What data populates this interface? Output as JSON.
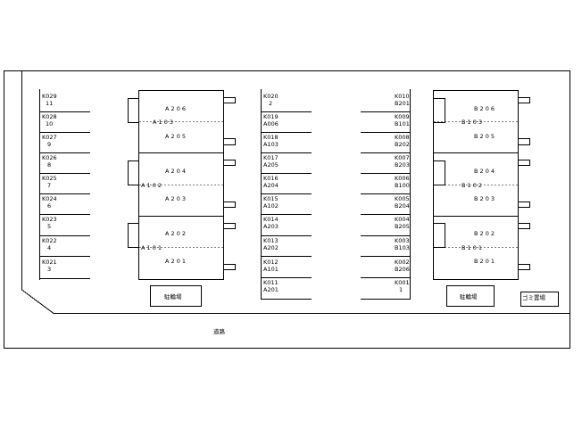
{
  "site_plan": {
    "road_label": "道路",
    "left_parking_label": "駐輪場",
    "right_parking_label": "駐輪場",
    "garbage_label": "ゴミ置場",
    "parking_col1": [
      {
        "code": "K029",
        "sub": "11"
      },
      {
        "code": "K028",
        "sub": "10"
      },
      {
        "code": "K027",
        "sub": "9"
      },
      {
        "code": "K026",
        "sub": "8"
      },
      {
        "code": "K025",
        "sub": "7"
      },
      {
        "code": "K024",
        "sub": "6"
      },
      {
        "code": "K023",
        "sub": "5"
      },
      {
        "code": "K022",
        "sub": "4"
      },
      {
        "code": "K021",
        "sub": "3"
      }
    ],
    "parking_col2": [
      {
        "code": "K020",
        "sub": "2"
      },
      {
        "code": "K019",
        "sub": "A006"
      },
      {
        "code": "K018",
        "sub": "A103"
      },
      {
        "code": "K017",
        "sub": "A205"
      },
      {
        "code": "K016",
        "sub": "A204"
      },
      {
        "code": "K015",
        "sub": "A102"
      },
      {
        "code": "K014",
        "sub": "A203"
      },
      {
        "code": "K013",
        "sub": "A202"
      },
      {
        "code": "K012",
        "sub": "A101"
      },
      {
        "code": "K011",
        "sub": "A201"
      }
    ],
    "parking_col3": [
      {
        "code": "K010",
        "sub": "B201"
      },
      {
        "code": "K009",
        "sub": "B101"
      },
      {
        "code": "K008",
        "sub": "B202"
      },
      {
        "code": "K007",
        "sub": "B203"
      },
      {
        "code": "K006",
        "sub": "B100"
      },
      {
        "code": "K005",
        "sub": "B204"
      },
      {
        "code": "K004",
        "sub": "B205"
      },
      {
        "code": "K003",
        "sub": "B103"
      },
      {
        "code": "K002",
        "sub": "B206"
      },
      {
        "code": "K001",
        "sub": "1"
      }
    ],
    "building_a_units": {
      "u206": "A 2 0 6",
      "u103": "A 1 0 3",
      "u205": "A 2 0 5",
      "u204": "A 2 0 4",
      "u102": "A 1 0 2",
      "u203": "A 2 0 3",
      "u202": "A 2 0 2",
      "u101": "A 1 0 1",
      "u201": "A 2 0 1"
    },
    "building_b_units": {
      "u206": "B 2 0 6",
      "u103": "B 1 0 3",
      "u205": "B 2 0 5",
      "u204": "B 2 0 4",
      "u102": "B 1 0 2",
      "u203": "B 2 0 3",
      "u202": "B 2 0 2",
      "u101": "B 1 0 1",
      "u201": "B 2 0 1"
    }
  }
}
